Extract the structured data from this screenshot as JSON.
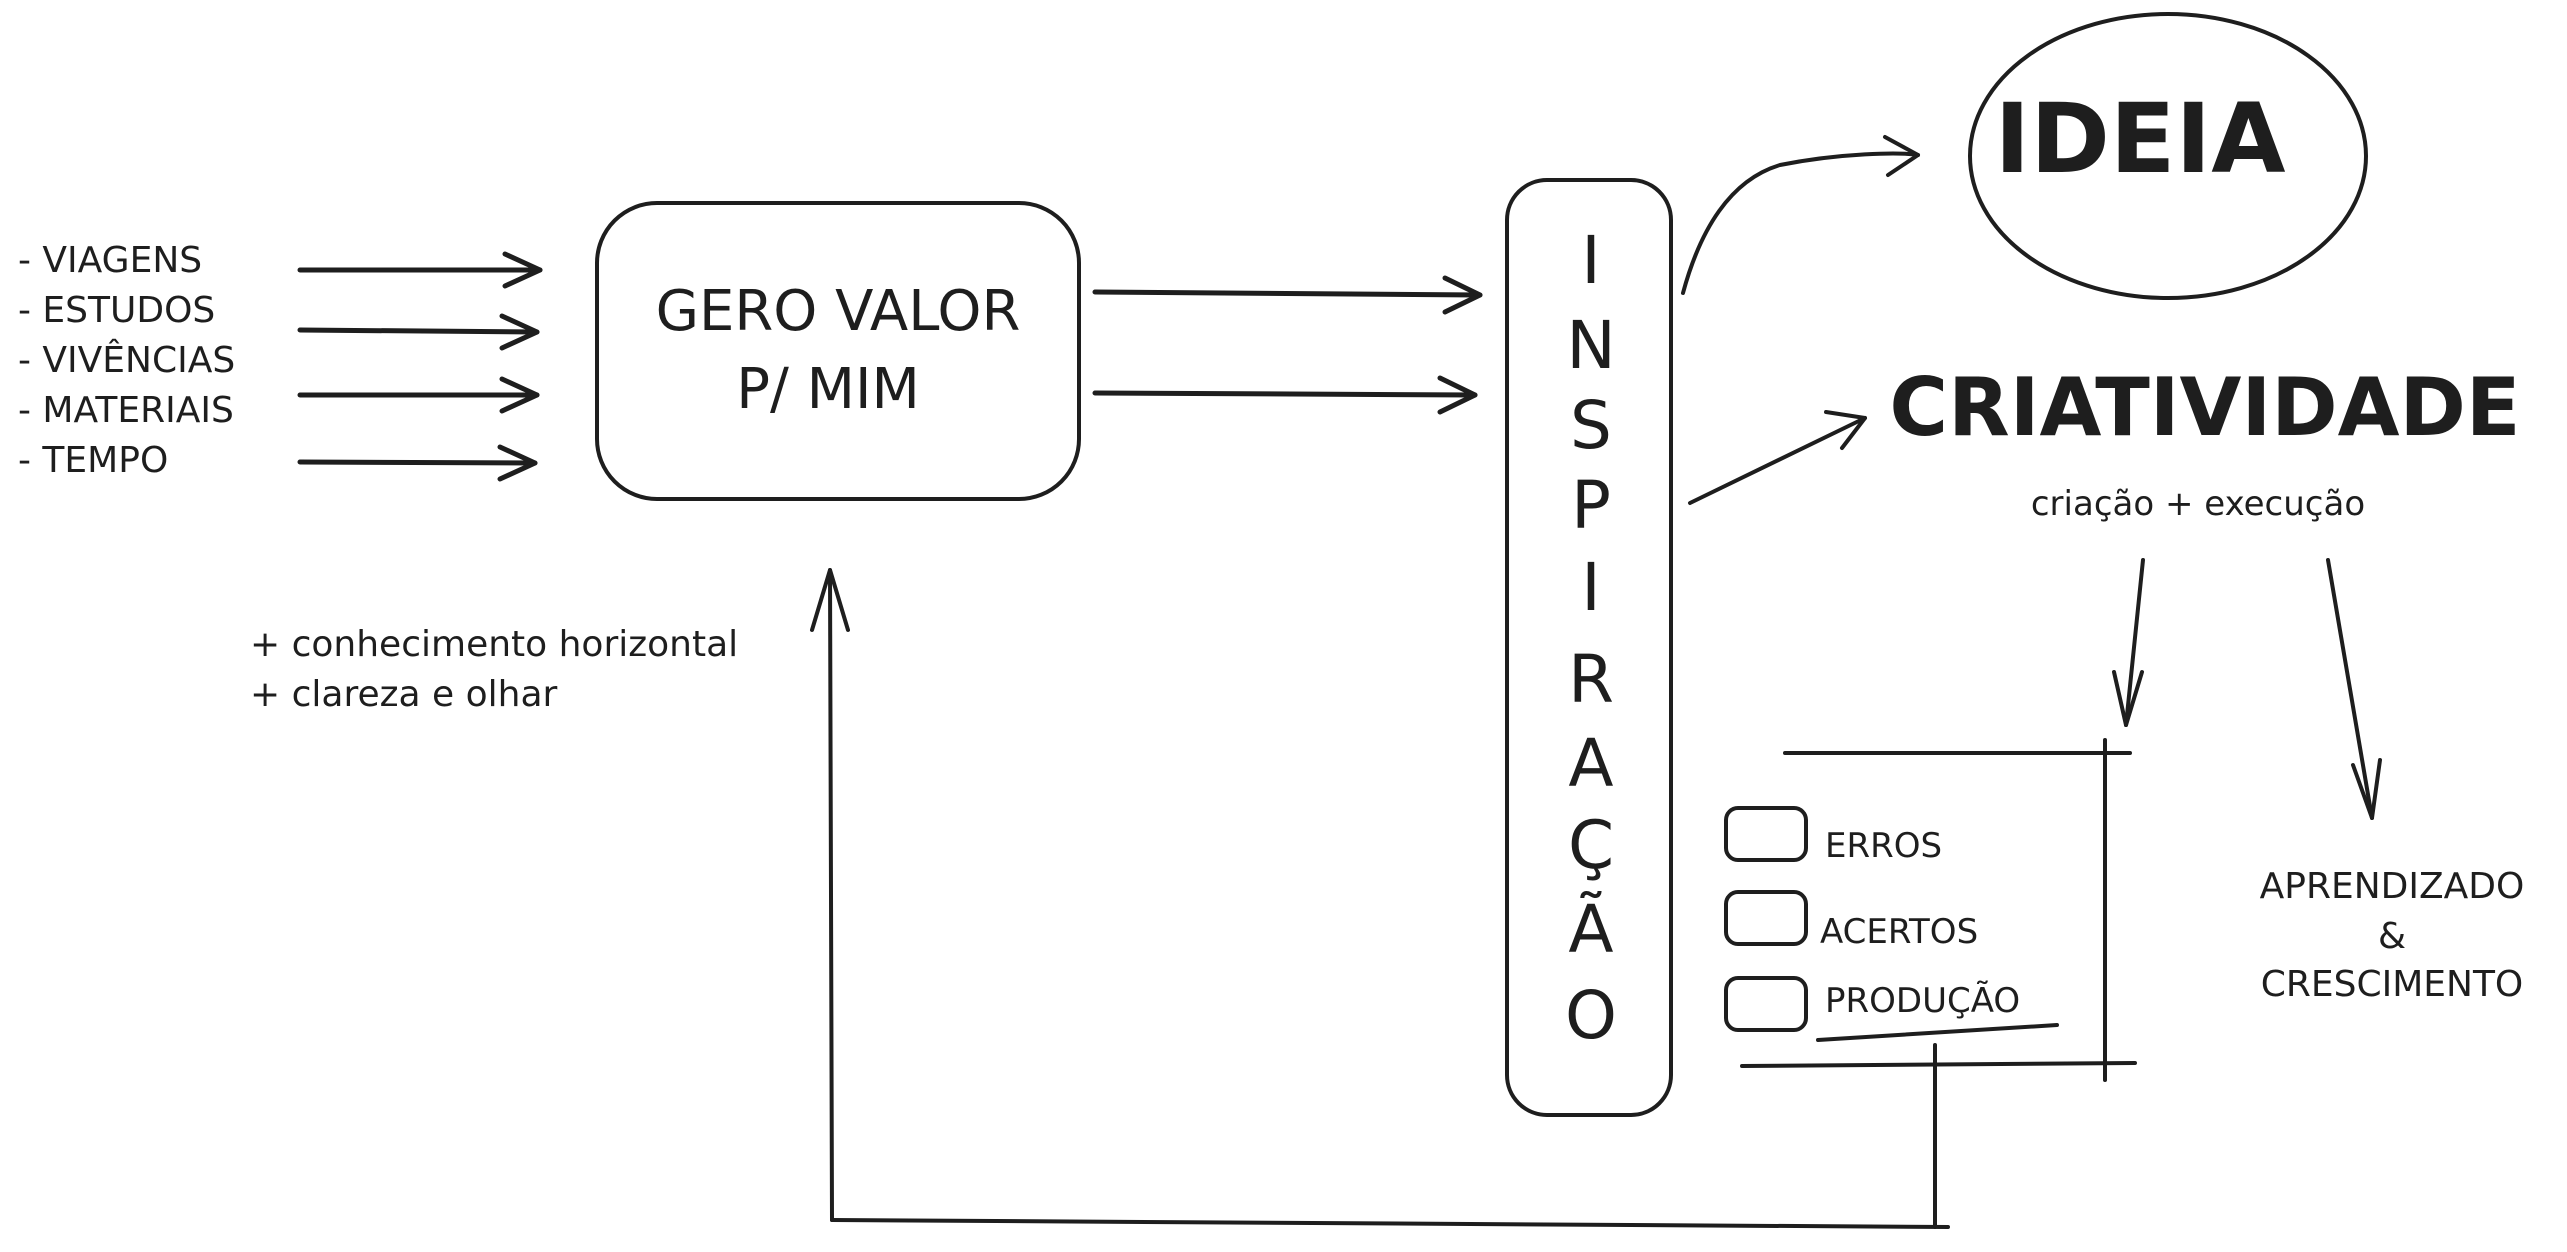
{
  "colors": {
    "ink": "#1e1e1e",
    "background": "#ffffff"
  },
  "inputs": [
    "- VIAGENS",
    "- ESTUDOS",
    "- VIVÊNCIAS",
    "- MATERIAIS",
    "- TEMPO"
  ],
  "value_box": {
    "line1": "GERO VALOR",
    "line2": "P/ MIM"
  },
  "benefits": [
    "+ conhecimento horizontal",
    "+ clareza e olhar"
  ],
  "inspiration_letters": [
    "I",
    "N",
    "S",
    "P",
    "I",
    "R",
    "A",
    "Ç",
    "Ã",
    "O"
  ],
  "idea": "IDEIA",
  "creativity": {
    "title": "CRIATIVIDADE",
    "subtitle": "criação + execução"
  },
  "checklist": [
    "ERROS",
    "ACERTOS",
    "PRODUÇÃO"
  ],
  "learning": {
    "line1": "APRENDIZADO",
    "line2": "&",
    "line3": "CRESCIMENTO"
  }
}
